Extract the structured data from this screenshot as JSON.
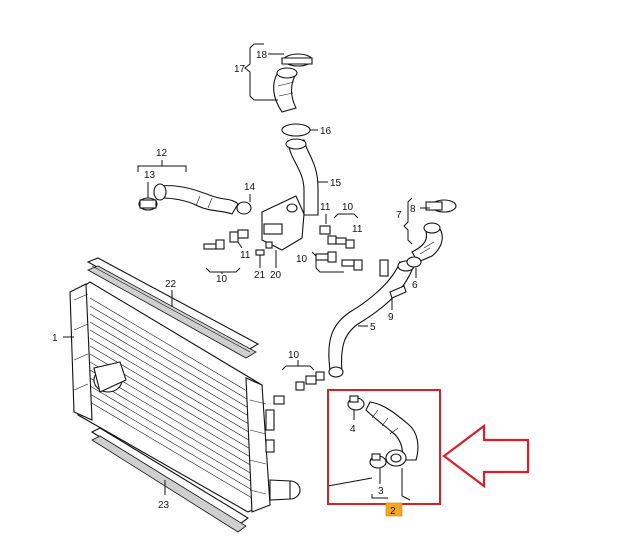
{
  "callouts": {
    "c1": "1",
    "c2": "2",
    "c3": "3",
    "c4": "4",
    "c5": "5",
    "c6": "6",
    "c7": "7",
    "c8": "8",
    "c9": "9",
    "c10a": "10",
    "c10b": "10",
    "c10c": "10",
    "c10d": "10",
    "c11a": "11",
    "c11b": "11",
    "c11c": "11",
    "c12": "12",
    "c13": "13",
    "c14": "14",
    "c15": "15",
    "c16": "16",
    "c17": "17",
    "c18": "18",
    "c20": "20",
    "c21": "21",
    "c22": "22",
    "c23": "23"
  },
  "highlight": {
    "color": "#d9202a",
    "tag_color": "#f5a623"
  },
  "arrow": {
    "icon": "left-arrow-icon",
    "color": "#d9202a"
  }
}
